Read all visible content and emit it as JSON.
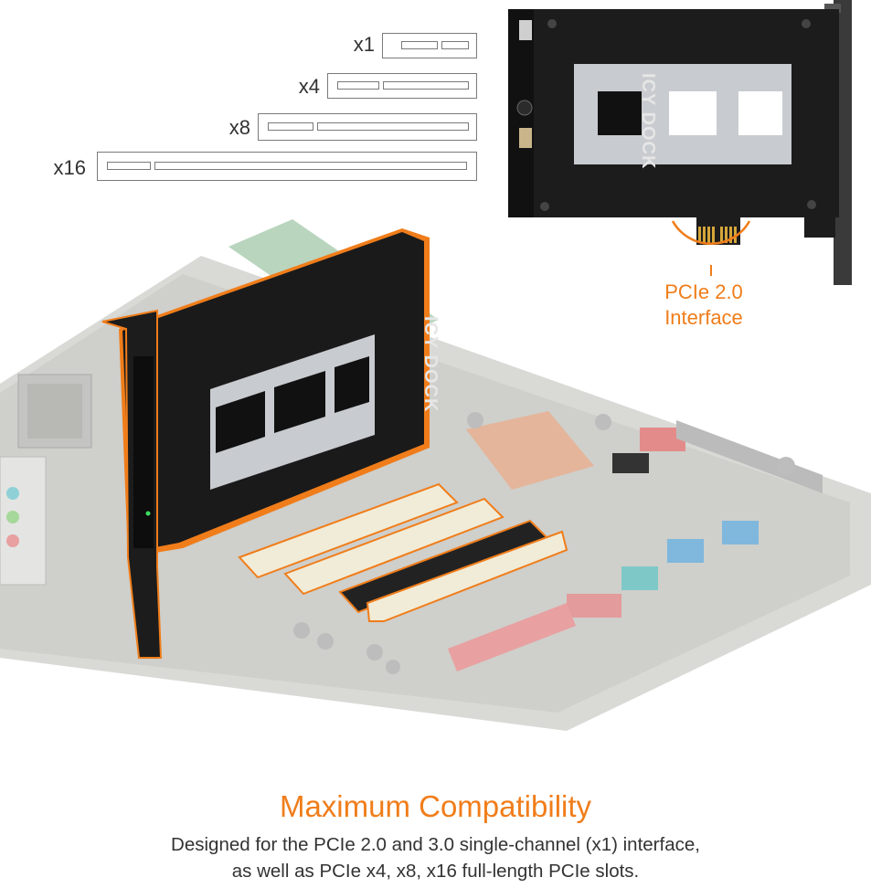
{
  "slots": [
    {
      "label": "x1"
    },
    {
      "label": "x4"
    },
    {
      "label": "x8"
    },
    {
      "label": "x16"
    }
  ],
  "card": {
    "brand": "ICY DOCK"
  },
  "callout": {
    "line1": "PCIe 2.0",
    "line2": "Interface"
  },
  "headline": "Maximum Compatibility",
  "description": {
    "line1": "Designed for the PCIe 2.0 and 3.0 single-channel (x1) interface,",
    "line2": "as well as PCIe x4, x8, x16 full-length PCIe slots."
  },
  "colors": {
    "accent": "#f07d1a",
    "text": "#333333",
    "card_body": "#1c1c1c",
    "tray": "#c8cbcf"
  }
}
